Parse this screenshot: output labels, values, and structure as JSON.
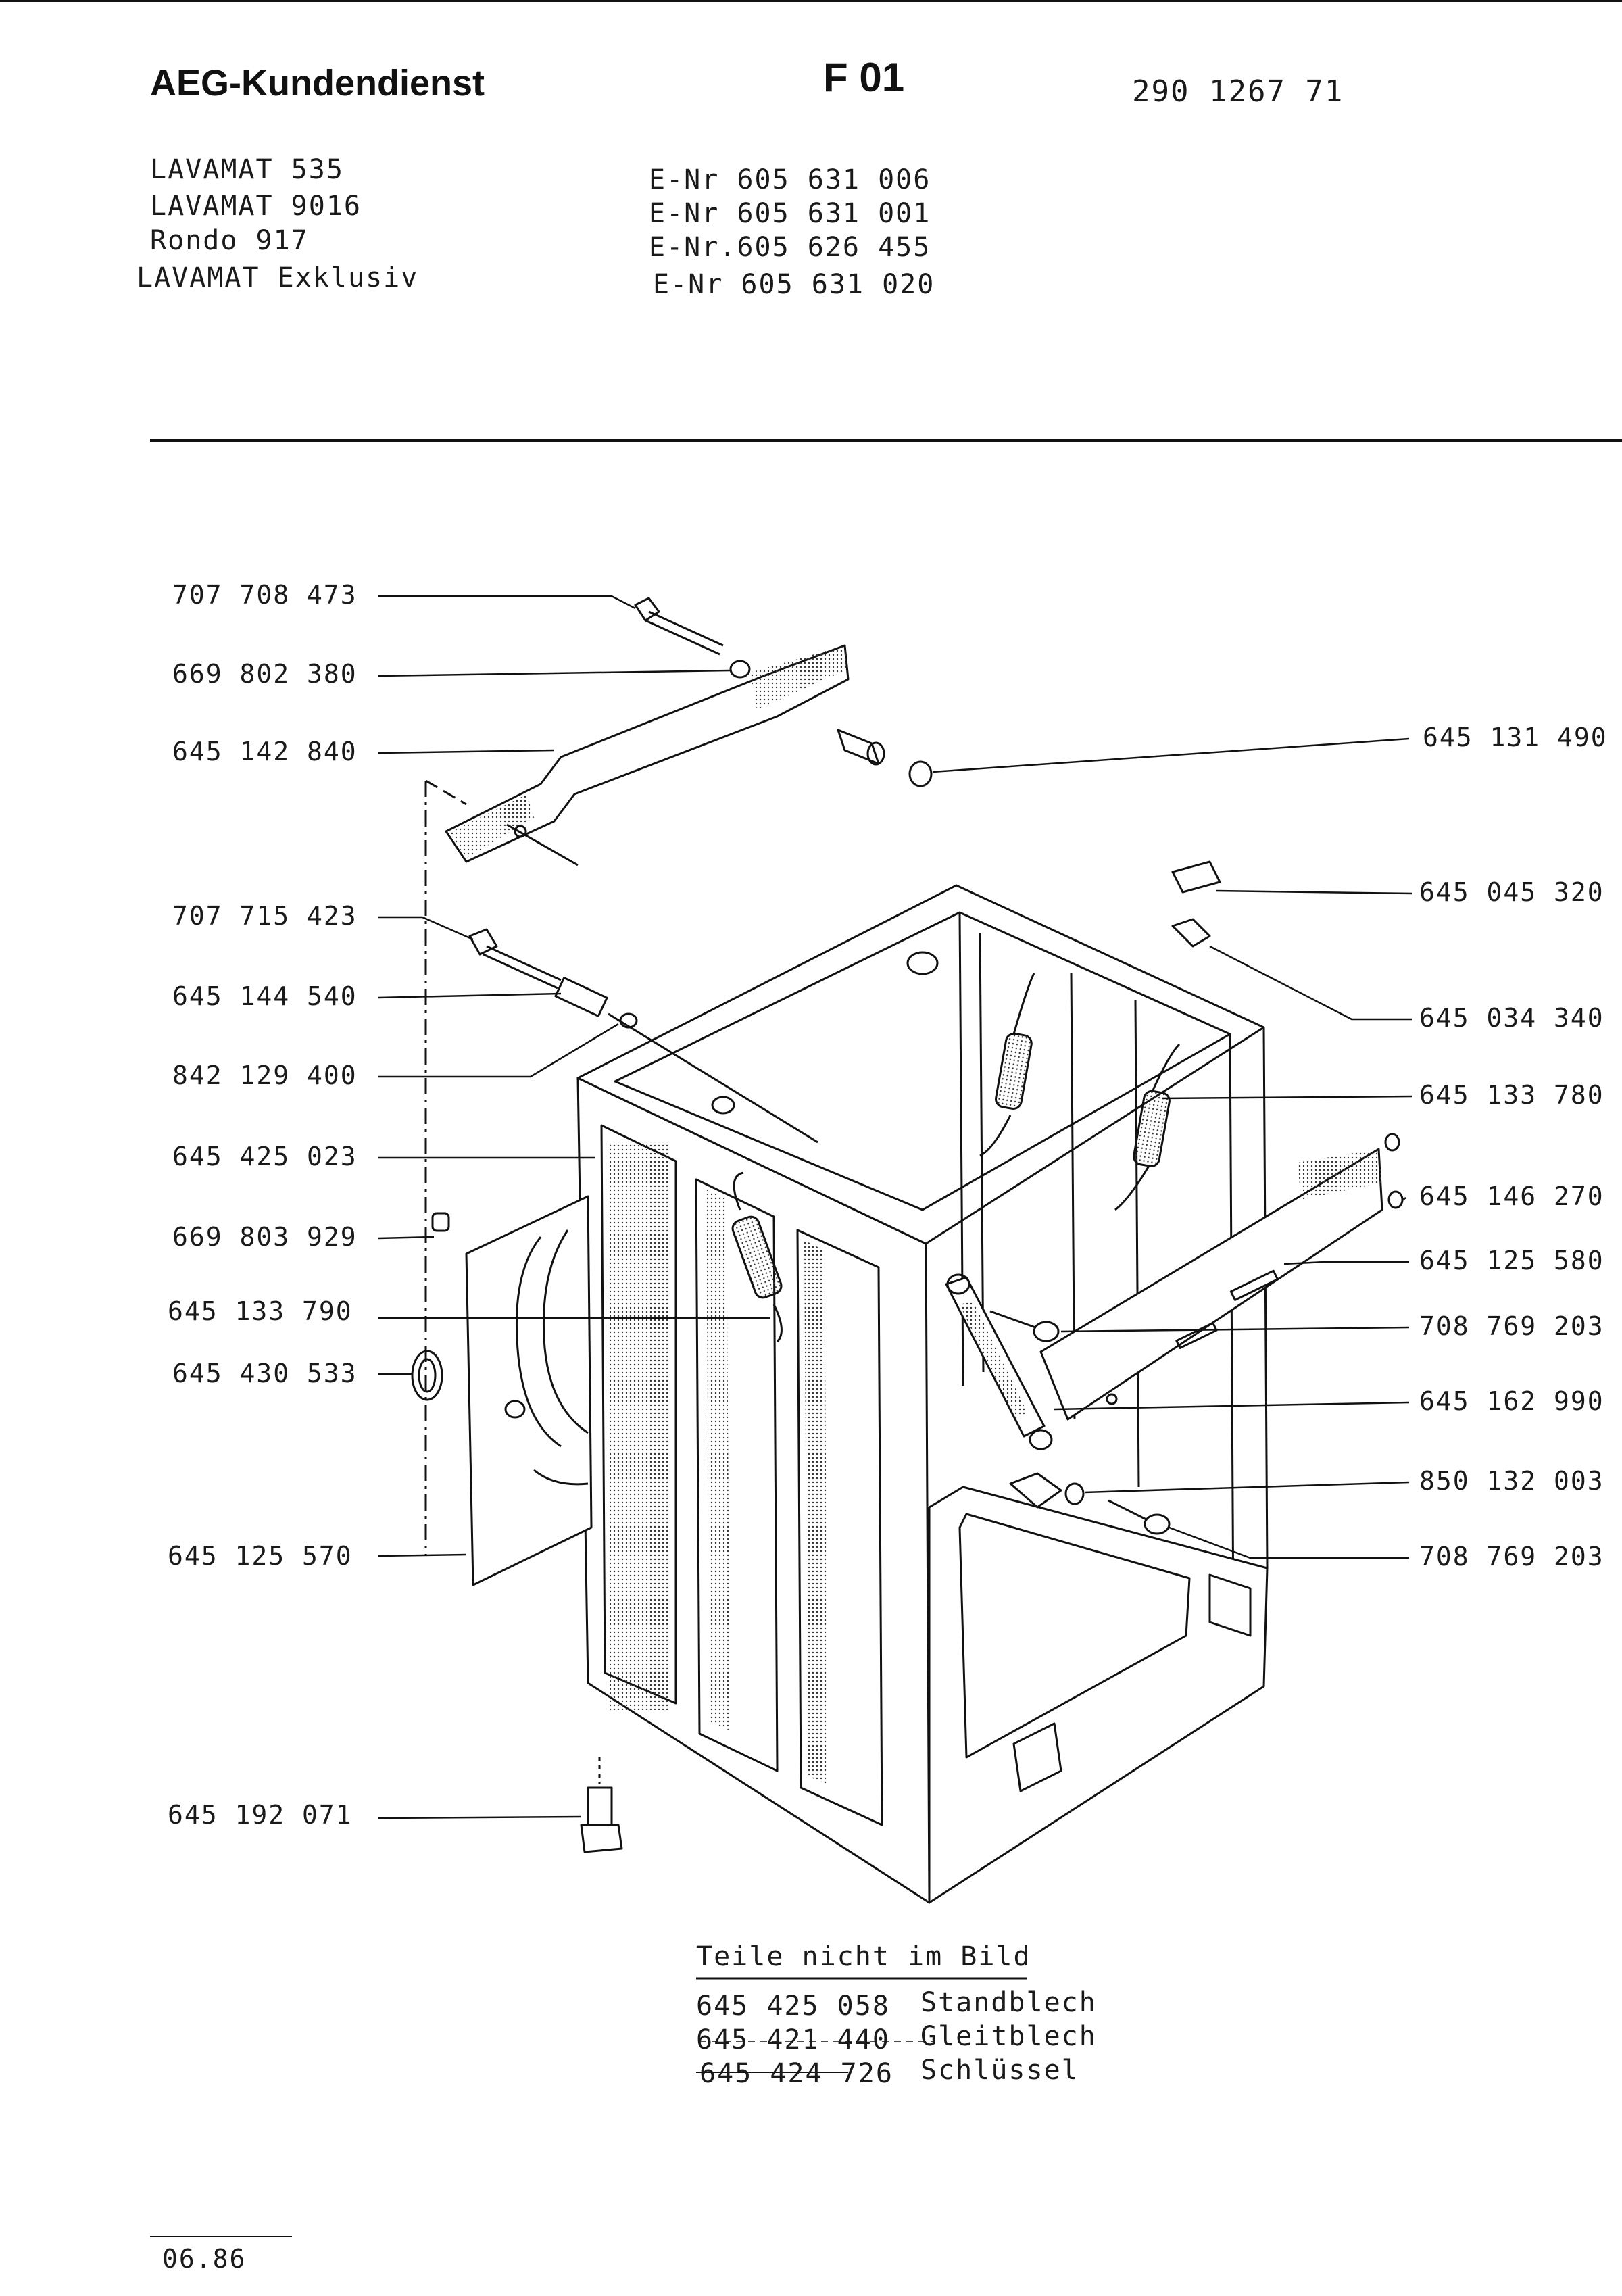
{
  "header": {
    "company": "AEG-Kundendienst",
    "section": "F 01",
    "doc_number": "290 1267 71"
  },
  "models": [
    {
      "name": "LAVAMAT 535",
      "enr": "E-Nr 605 631 006"
    },
    {
      "name": "LAVAMAT 9016",
      "enr": "E-Nr 605 631 001"
    },
    {
      "name": "Rondo 917",
      "enr": "E-Nr.605 626 455"
    },
    {
      "name": "LAVAMAT Exklusiv",
      "enr": "E-Nr 605 631 020"
    }
  ],
  "left_labels": [
    "707 708 473",
    "669 802 380",
    "645 142 840",
    "707 715 423",
    "645 144 540",
    "842 129 400",
    "645 425 023",
    "669 803 929",
    "645 133 790",
    "645 430 533",
    "645 125 570",
    "645 192 071"
  ],
  "right_labels": [
    "645 131 490",
    "645 045 320",
    "645 034 340",
    "645 133 780",
    "645 146 270",
    "645 125 580",
    "708 769 203",
    "645 162 990",
    "850 132 003",
    "708 769 203"
  ],
  "not_shown": {
    "title": "Teile nicht im Bild",
    "items": [
      {
        "number": "645 425 058",
        "name": "Standblech"
      },
      {
        "number": "645 421 440",
        "name": "Gleitblech"
      },
      {
        "number": "645 424 726",
        "name": "Schlüssel"
      }
    ]
  },
  "footer": {
    "date": "06.86"
  }
}
